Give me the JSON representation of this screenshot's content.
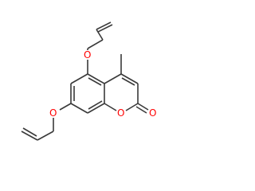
{
  "atoms": {
    "o_allyloxy_top": "O",
    "o_allyloxy_left": "O",
    "o_ring": "O",
    "o_carbonyl": "O"
  },
  "colors": {
    "bond": "#3a3a3a",
    "heteroatom": "#ff0000",
    "background": "#ffffff"
  }
}
